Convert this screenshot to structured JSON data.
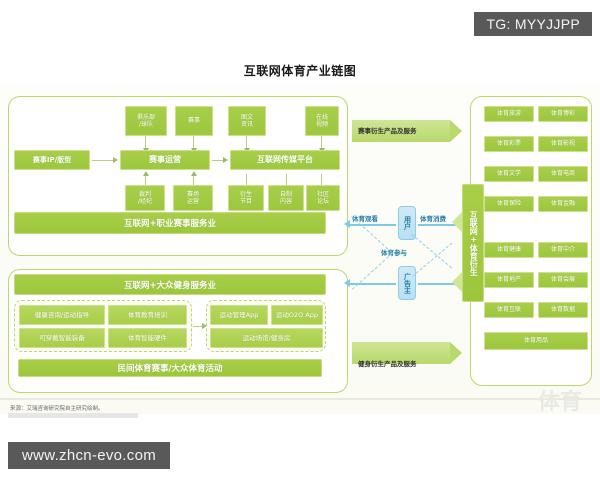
{
  "watermarks": {
    "top": "TG: MYYJJPP",
    "bottom": "www.zhcn-evo.com",
    "ghost": "体育"
  },
  "title": "互联网体育产业链图",
  "panel_pro": {
    "footer_bar": "互联网+职业赛事服务业",
    "top_row": [
      {
        "label": "俱乐部\n/球队"
      },
      {
        "label": "赛事"
      },
      {
        "label": "图文\n资讯"
      },
      {
        "label": "在线\n视频"
      }
    ],
    "mid_row": [
      {
        "label": "赛事IP/版型"
      },
      {
        "label": "赛事运营"
      },
      {
        "label": "互联网传媒平台"
      }
    ],
    "bottom_row": [
      {
        "label": "裁判\n/经纪"
      },
      {
        "label": "赛场\n运营"
      },
      {
        "label": "衍生\n节目"
      },
      {
        "label": "自制\n内容"
      },
      {
        "label": "社区\n论坛"
      }
    ]
  },
  "panel_mass": {
    "header_bar": "互联网+大众健身服务业",
    "footer_bar": "民间体育赛事/大众体育活动",
    "left_group": [
      {
        "label": "健康咨询/运动指导"
      },
      {
        "label": "体育教育培训"
      },
      {
        "label": "可穿戴智能装备"
      },
      {
        "label": "体育智能硬件"
      }
    ],
    "right_group": [
      {
        "label": "运动管理App"
      },
      {
        "label": "运动O2O App"
      },
      {
        "label": "运动场馆/健身房"
      }
    ]
  },
  "panel_deriv": {
    "spine_label": "互联网+体育衍生",
    "items": [
      {
        "label": "体育旅游"
      },
      {
        "label": "体育博彩"
      },
      {
        "label": "体育彩票"
      },
      {
        "label": "体育影视"
      },
      {
        "label": "体育文学"
      },
      {
        "label": "体育电商"
      },
      {
        "label": "体育保险"
      },
      {
        "label": "体育金融"
      },
      {
        "label": "体育健康"
      },
      {
        "label": "体育中介"
      },
      {
        "label": "体育地产"
      },
      {
        "label": "体育会展"
      },
      {
        "label": "体育互联"
      },
      {
        "label": "体育数据"
      }
    ],
    "wide_item": {
      "label": "体育用品"
    }
  },
  "hub": {
    "user": "用户",
    "advertiser": "广告主",
    "label_watch": "体育观看",
    "label_consume": "体育消费",
    "label_participate": "体育参与"
  },
  "banners": {
    "top": "赛事衍生产品及服务",
    "bottom": "健身衍生产品及服务"
  },
  "source": "来源：艾瑞咨询研究院自主研究绘制。",
  "colors": {
    "green": "#a9ce49",
    "green_light": "#cfe597",
    "blue": "#b9e0f2",
    "blue_line": "#7ec8e8",
    "border": "#b9d96b"
  }
}
